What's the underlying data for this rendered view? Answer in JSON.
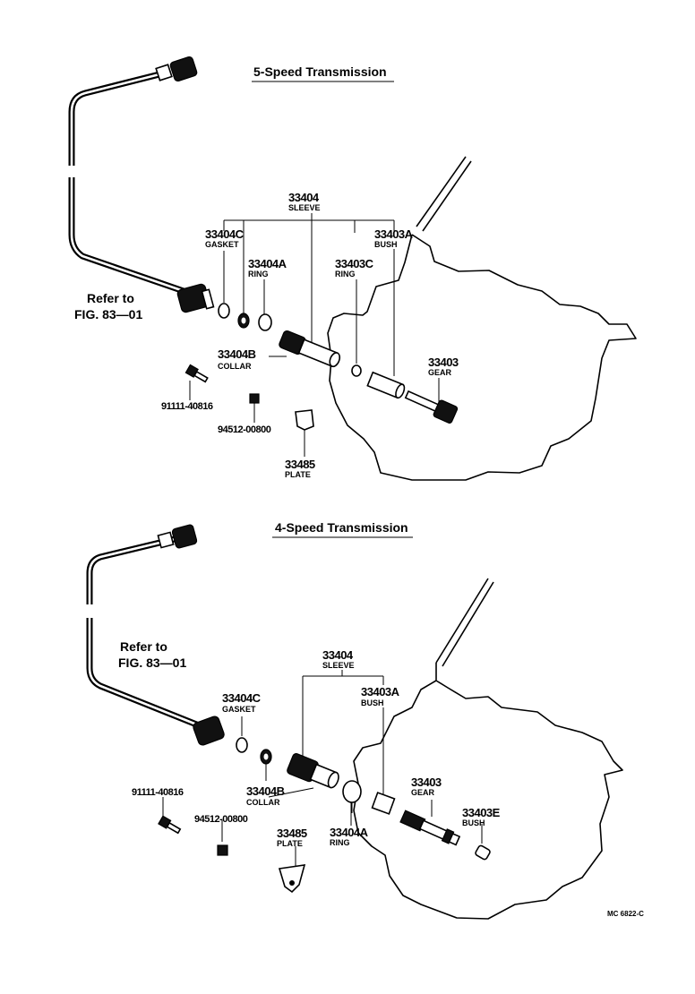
{
  "top": {
    "title": "5-Speed Transmission",
    "reference": {
      "line1": "Refer to",
      "line2": "FIG. 83—01"
    },
    "labels": {
      "sleeve": {
        "part_no": "33404",
        "name": "SLEEVE"
      },
      "gasket": {
        "part_no": "33404C",
        "name": "GASKET"
      },
      "ring_a": {
        "part_no": "33404A",
        "name": "RING"
      },
      "ring_c": {
        "part_no": "33403C",
        "name": "RING"
      },
      "bush_a": {
        "part_no": "33403A",
        "name": "BUSH"
      },
      "collar": {
        "part_no": "33404B",
        "name": "COLLAR"
      },
      "gear": {
        "part_no": "33403",
        "name": "GEAR"
      },
      "bolt": {
        "part_no": "91111-40816"
      },
      "nut": {
        "part_no": "94512-00800"
      },
      "plate": {
        "part_no": "33485",
        "name": "PLATE"
      }
    }
  },
  "bottom": {
    "title": "4-Speed Transmission",
    "reference": {
      "line1": "Refer to",
      "line2": "FIG. 83—01"
    },
    "labels": {
      "sleeve": {
        "part_no": "33404",
        "name": "SLEEVE"
      },
      "gasket": {
        "part_no": "33404C",
        "name": "GASKET"
      },
      "bush_a": {
        "part_no": "33403A",
        "name": "BUSH"
      },
      "collar": {
        "part_no": "33404B",
        "name": "COLLAR"
      },
      "ring_a": {
        "part_no": "33404A",
        "name": "RING"
      },
      "gear": {
        "part_no": "33403",
        "name": "GEAR"
      },
      "bush_e": {
        "part_no": "33403E",
        "name": "BUSH"
      },
      "bolt": {
        "part_no": "91111-40816"
      },
      "nut": {
        "part_no": "94512-00800"
      },
      "plate": {
        "part_no": "33485",
        "name": "PLATE"
      }
    }
  },
  "figure_code": "MC 6822-C"
}
